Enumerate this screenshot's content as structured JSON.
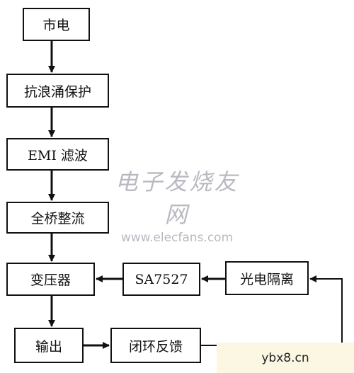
{
  "blocks": {
    "mains": "市电",
    "surge_protection": "抗浪涌保护",
    "emi_filter": "EMI 滤波",
    "bridge_rectifier": "全桥整流",
    "transformer": "变压器",
    "controller": "SA7527",
    "optocoupler": "光电隔离",
    "output": "输出",
    "closed_loop_feedback": "闭环反馈"
  },
  "watermark": {
    "title": "电子发烧友网",
    "url": "www.elecfans.com"
  },
  "corner_mark": "ybx8.cn"
}
